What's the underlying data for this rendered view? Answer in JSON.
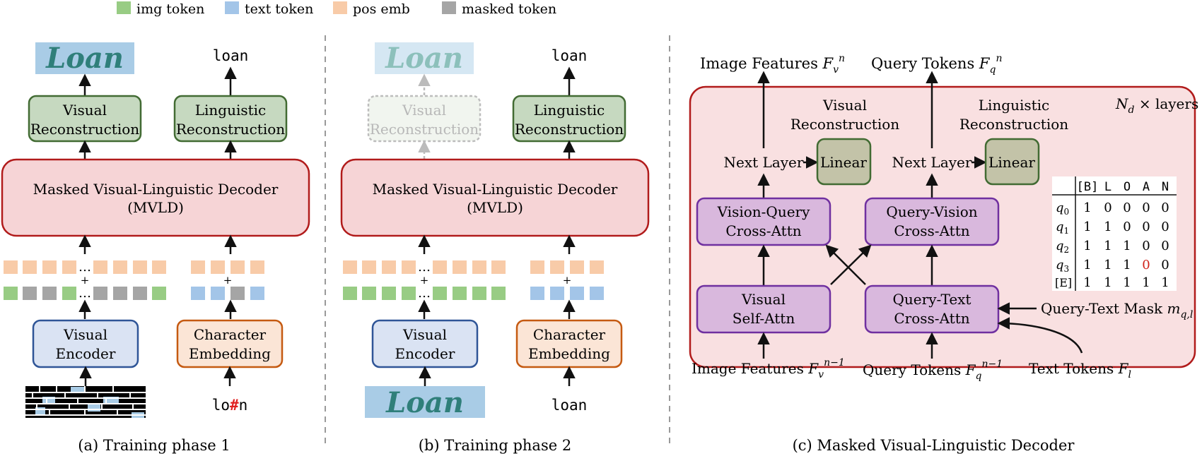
{
  "legend": [
    {
      "label": "img token",
      "color": "#98cc84"
    },
    {
      "label": "text token",
      "color": "#a3c5e8"
    },
    {
      "label": "pos emb",
      "color": "#f8cba8"
    },
    {
      "label": "masked token",
      "color": "#a5a5a5"
    }
  ],
  "panel_a": {
    "caption": "(a) Training phase 1",
    "out_image_text": "Loan",
    "out_text": "loan",
    "visual_recon": [
      "Visual",
      "Reconstruction"
    ],
    "linguistic_recon": [
      "Linguistic",
      "Reconstruction"
    ],
    "decoder": [
      "Masked Visual-Linguistic Decoder",
      "(MVLD)"
    ],
    "visual_encoder": [
      "Visual",
      "Encoder"
    ],
    "char_embed": [
      "Character",
      "Embedding"
    ],
    "input_text_pre": "lo",
    "input_text_mask": "#",
    "input_text_post": "n",
    "dots": "…",
    "plus": "+"
  },
  "panel_b": {
    "caption": "(b) Training phase 2",
    "out_image_text": "Loan",
    "out_text": "loan",
    "visual_recon": [
      "Visual",
      "Reconstruction"
    ],
    "linguistic_recon": [
      "Linguistic",
      "Reconstruction"
    ],
    "decoder": [
      "Masked Visual-Linguistic Decoder",
      "(MVLD)"
    ],
    "visual_encoder": [
      "Visual",
      "Encoder"
    ],
    "char_embed": [
      "Character",
      "Embedding"
    ],
    "input_image_text": "Loan",
    "input_text": "loan",
    "dots": "…",
    "plus": "+"
  },
  "panel_c": {
    "caption": "(c) Masked Visual-Linguistic Decoder",
    "layers": "N_d × layers",
    "image_features_out": "Image Features F_v^n",
    "query_tokens_out": "Query Tokens F_q^n",
    "visual_recon": [
      "Visual",
      "Reconstruction"
    ],
    "linguistic_recon": [
      "Linguistic",
      "Reconstruction"
    ],
    "next_layer": "Next Layer",
    "linear": "Linear",
    "vq_attn": [
      "Vision-Query",
      "Cross-Attn"
    ],
    "qv_attn": [
      "Query-Vision",
      "Cross-Attn"
    ],
    "vs_attn": [
      "Visual",
      "Self-Attn"
    ],
    "qt_attn": [
      "Query-Text",
      "Cross-Attn"
    ],
    "mask_label": "Query-Text Mask m_q,l",
    "image_features_in": "Image Features F_v^n−1",
    "query_tokens_in": "Query Tokens F_q^n−1",
    "text_tokens_in": "Text Tokens F_l",
    "mask_table": {
      "header": [
        "[B]",
        "L",
        "O",
        "A",
        "N"
      ],
      "rows": [
        {
          "label": "q0",
          "vals": [
            "1",
            "0",
            "0",
            "0",
            "0"
          ]
        },
        {
          "label": "q1",
          "vals": [
            "1",
            "1",
            "0",
            "0",
            "0"
          ]
        },
        {
          "label": "q2",
          "vals": [
            "1",
            "1",
            "1",
            "0",
            "0"
          ]
        },
        {
          "label": "q3",
          "vals": [
            "1",
            "1",
            "1",
            "0",
            "0"
          ]
        },
        {
          "label": "[E]",
          "vals": [
            "1",
            "1",
            "1",
            "1",
            "1"
          ]
        }
      ]
    }
  }
}
